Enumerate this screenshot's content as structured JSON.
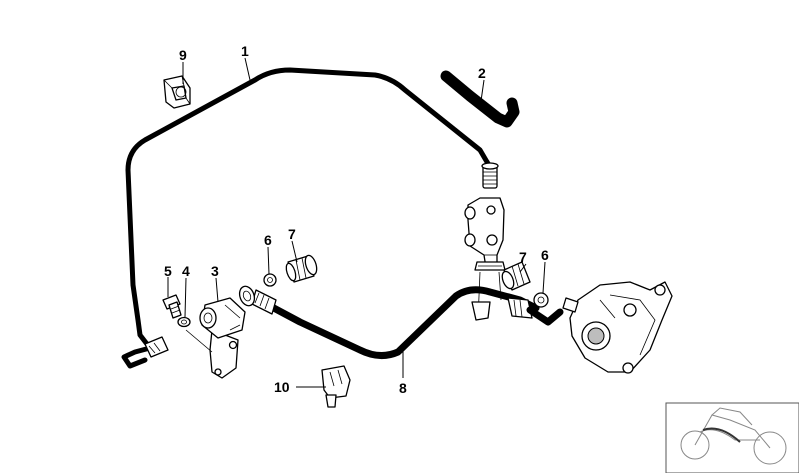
{
  "labels": {
    "p1": "1",
    "p2": "2",
    "p3": "3",
    "p4": "4",
    "p5": "5",
    "p6a": "6",
    "p6b": "6",
    "p7a": "7",
    "p7b": "7",
    "p8": "8",
    "p9": "9",
    "p10": "10"
  }
}
